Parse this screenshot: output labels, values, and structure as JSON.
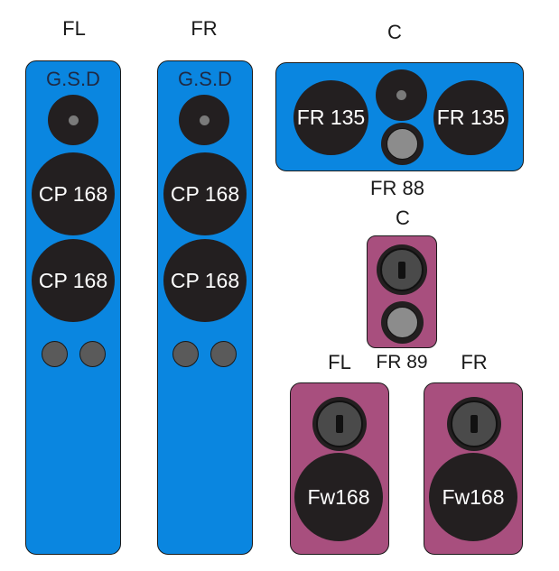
{
  "towers": {
    "fl": {
      "label": "FL",
      "brand": "G.S.D",
      "woofer_top": "CP 168",
      "woofer_bottom": "CP 168"
    },
    "fr": {
      "label": "FR",
      "brand": "G.S.D",
      "woofer_top": "CP 168",
      "woofer_bottom": "CP 168"
    }
  },
  "center_blue": {
    "label": "C",
    "woofer_left": "FR 135",
    "woofer_right": "FR 135",
    "caption": "FR 88"
  },
  "center_purple": {
    "label": "C",
    "caption": "FR 89"
  },
  "bookshelf": {
    "fl": {
      "label": "FL",
      "woofer": "Fw168"
    },
    "fr": {
      "label": "FR",
      "woofer": "Fw168"
    }
  },
  "colors": {
    "blue_cabinet": "#0a86e0",
    "purple_cabinet": "#a84f7e",
    "driver": "#231f20"
  }
}
